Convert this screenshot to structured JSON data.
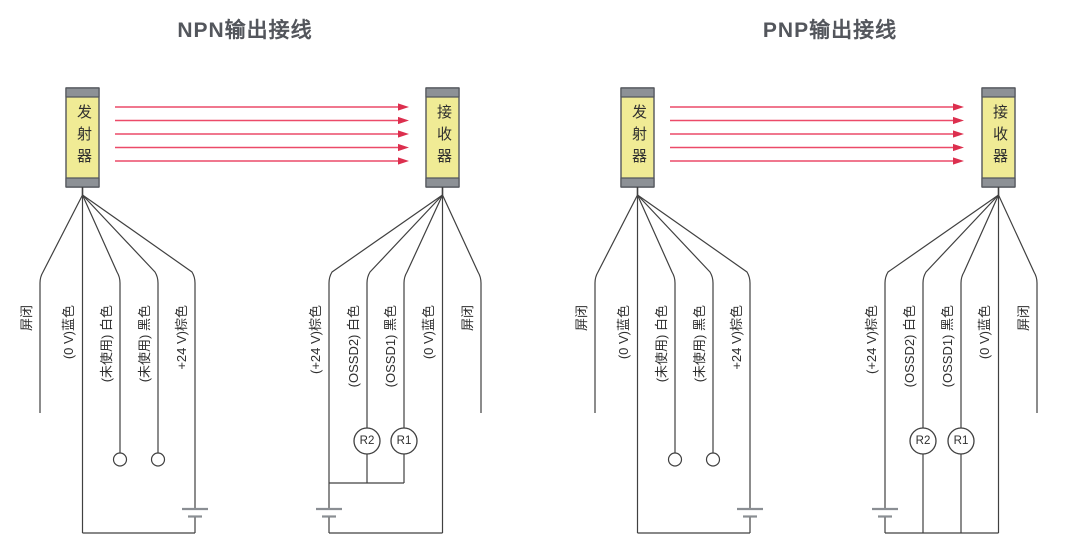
{
  "colors": {
    "beam": "#ec4a69",
    "beam_head": "#dc2f4e",
    "device_fill": "#f0eb95",
    "device_cap": "#8d9196",
    "wire": "#404040",
    "title_text": "#53565c",
    "battery": "#8a8e93"
  },
  "diagrams": [
    {
      "title": "NPN输出接线",
      "transmitter": {
        "name": "发射器",
        "wires": [
          "屏闭",
          "(0 V)蓝色",
          "(未使用) 白色",
          "(未使用) 黑色",
          "+24 V)棕色"
        ]
      },
      "receiver": {
        "name": "接收器",
        "wires": [
          "(+24 V)棕色",
          "(OSSD2) 白色",
          "(OSSD1) 黑色",
          "(0 V)蓝色",
          "屏闭"
        ],
        "relays": [
          "R2",
          "R1"
        ]
      }
    },
    {
      "title": "PNP输出接线",
      "transmitter": {
        "name": "发射器",
        "wires": [
          "屏闭",
          "(0 V)蓝色",
          "(未使用) 白色",
          "(未使用) 黑色",
          "+24 V)棕色"
        ]
      },
      "receiver": {
        "name": "接收器",
        "wires": [
          "(+24 V)棕色",
          "(OSSD2) 白色",
          "(OSSD1) 黑色",
          "(0 V)蓝色",
          "屏闭"
        ],
        "relays": [
          "R2",
          "R1"
        ]
      }
    }
  ]
}
